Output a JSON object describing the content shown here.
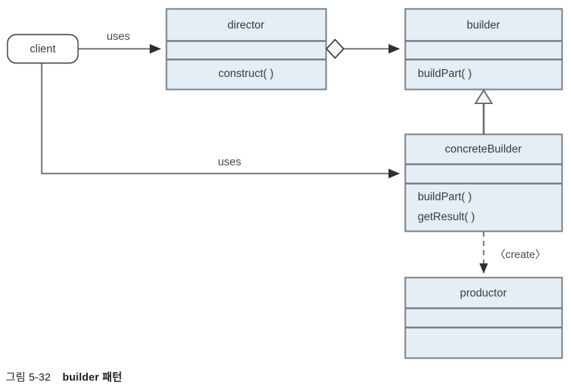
{
  "figure": {
    "caption_number": "그림 5-32",
    "caption_title": "builder 패턴"
  },
  "palette": {
    "class_fill": "#e5eef5",
    "class_border": "#6e7c88",
    "separator": "#6e7c88",
    "actor_fill": "#ffffff",
    "actor_border": "#4a4a4a",
    "connector": "#5d5d5d",
    "text": "#3a3a3a",
    "background": "#ffffff"
  },
  "nodes": {
    "client": {
      "label": "client",
      "shape": "rounded-rectangle"
    },
    "director": {
      "title": "director",
      "attributes": [],
      "methods": [
        "construct( )"
      ]
    },
    "builder": {
      "title": "builder",
      "attributes": [],
      "methods": [
        "buildPart( )"
      ]
    },
    "concrete_builder": {
      "title": "concreteBuilder",
      "attributes": [],
      "methods": [
        "buildPart( )",
        "getResult( )"
      ]
    },
    "productor": {
      "title": "productor",
      "attributes": [],
      "methods": []
    }
  },
  "edges": {
    "client_to_director": {
      "label": "uses",
      "type": "association-arrow"
    },
    "director_to_builder": {
      "label": "",
      "type": "aggregation-arrow"
    },
    "client_to_concrete_builder": {
      "label": "uses",
      "type": "association-arrow"
    },
    "concrete_builder_to_builder": {
      "label": "",
      "type": "generalization"
    },
    "concrete_builder_to_productor": {
      "label": "〈create〉",
      "type": "dependency-dashed"
    }
  }
}
